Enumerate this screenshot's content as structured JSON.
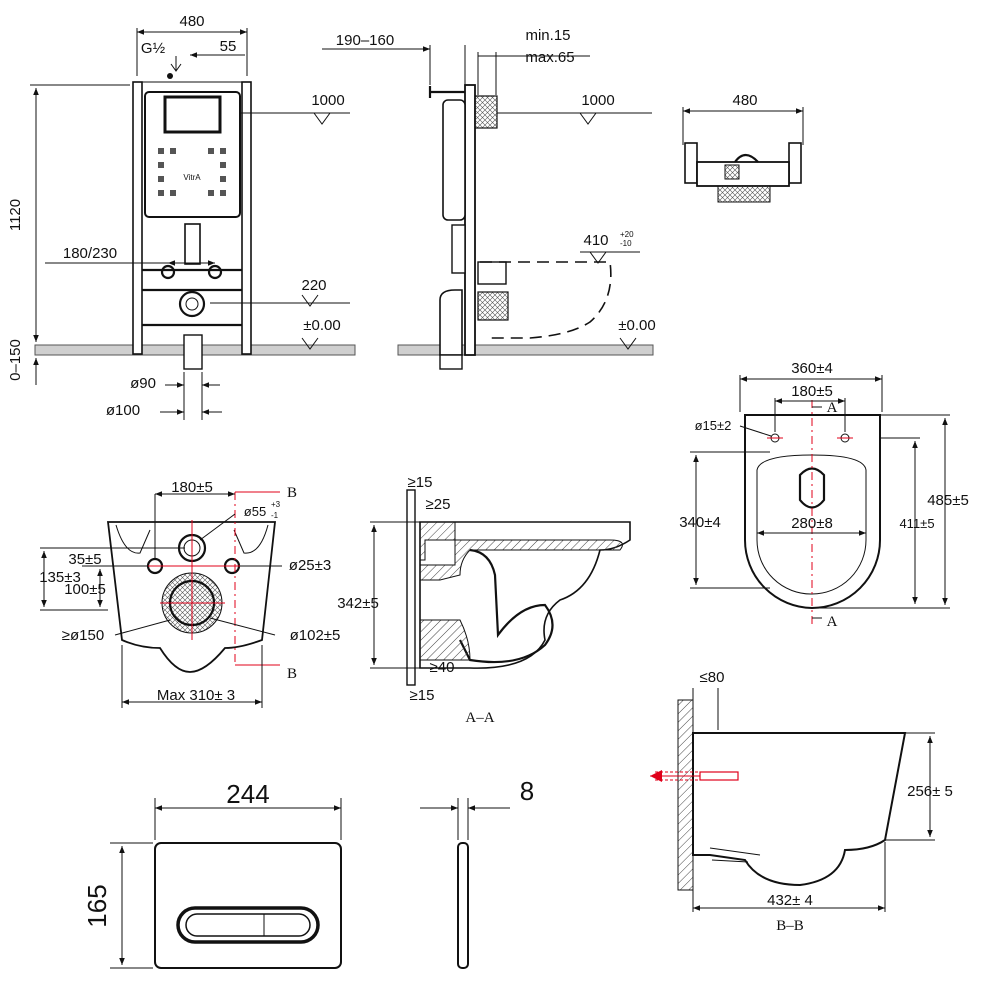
{
  "frame_front": {
    "width": "480",
    "thread": "G½",
    "offset": "55",
    "height": "1120",
    "bolts": "180/230",
    "flush_level": "1000",
    "outlet_level": "220",
    "floor_level": "±0.00",
    "floor_adjust": "0–150",
    "pipe_inner": "ø90",
    "pipe_outer": "ø100",
    "brand": "VitrA"
  },
  "frame_side": {
    "depth": "190–160",
    "wall_min": "min.15",
    "wall_max": "max.65",
    "flush_level": "1000",
    "seat_height": "410",
    "seat_tol_up": "+20",
    "seat_tol_dn": "-10",
    "floor_level": "±0.00"
  },
  "frame_top": {
    "width": "480"
  },
  "bowl_top": {
    "width": "360±4",
    "hole_spacing": "180±5",
    "hole_dia": "ø15±2",
    "depth": "340±4",
    "length": "485±5",
    "inner_length": "411±5",
    "inner_width": "280±8",
    "section_mark": "A"
  },
  "bowl_back": {
    "bolt_spacing": "180±5",
    "inlet_dia": "ø55",
    "inlet_tol_up": "+3",
    "inlet_tol_dn": "-1",
    "bolt_dia": "ø25±3",
    "bolt_height": "35±5",
    "inlet_height": "135±3",
    "outlet_height": "100±5",
    "outlet_min": "≥ø150",
    "outlet_dia": "ø102±5",
    "max_width": "Max 310± 3",
    "section_mark": "B"
  },
  "section_aa": {
    "top_clear": "≥15",
    "wall_gap": "≥25",
    "height": "342±5",
    "low_gap": "≥40",
    "bottom_clear": "≥15",
    "caption": "A–A"
  },
  "section_bb": {
    "bolt_len": "≤80",
    "height": "256± 5",
    "length": "432± 4",
    "caption": "B–B"
  },
  "flush_plate": {
    "width": "244",
    "height": "165",
    "thickness": "8"
  }
}
